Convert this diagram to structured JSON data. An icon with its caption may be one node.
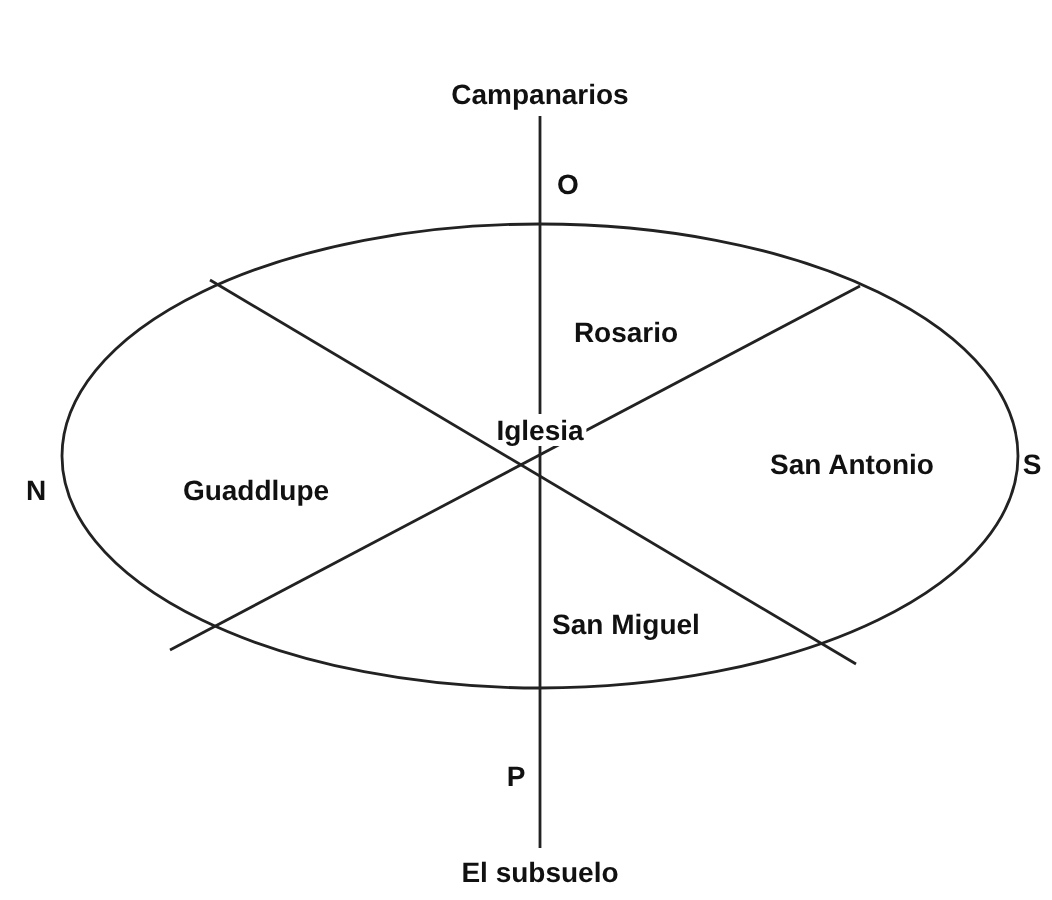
{
  "diagram": {
    "nodes": [
      {
        "text": [
          "Rosario",
          "Guaddlupe",
          "Iglesia",
          "San Antonio",
          "San Miguel"
        ]
      }
    ],
    "labels": [
      "Campanarios",
      "O",
      "N",
      "S",
      "P",
      "El subsuelo"
    ]
  }
}
